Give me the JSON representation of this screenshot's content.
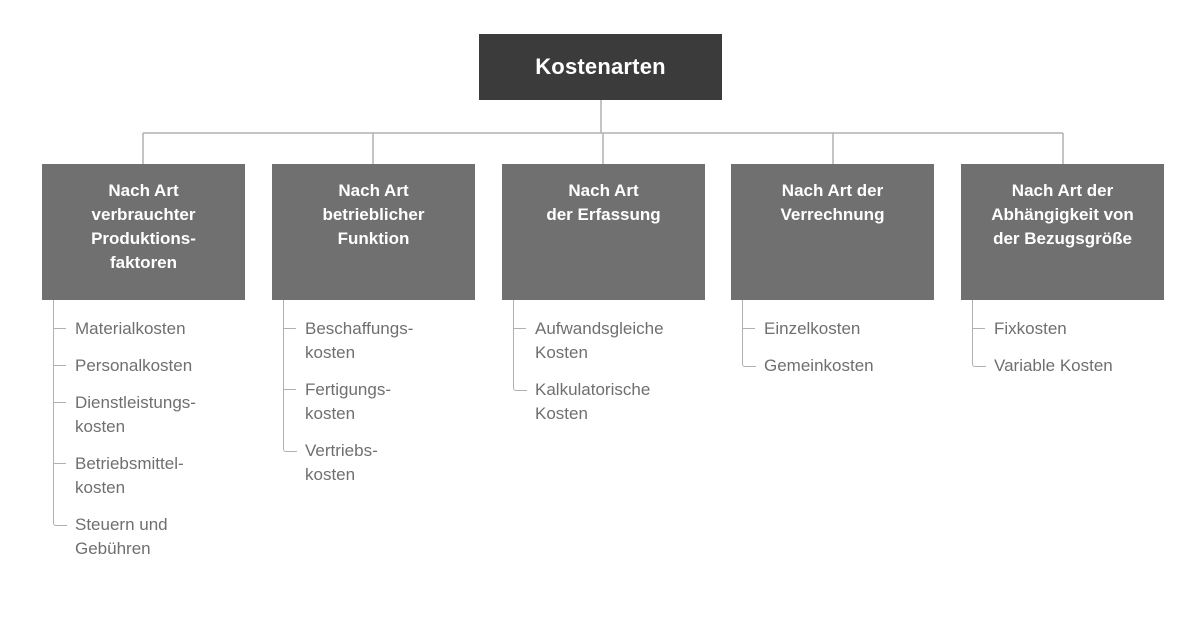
{
  "diagram": {
    "root": {
      "label": "Kostenarten"
    },
    "branches": [
      {
        "title": "Nach Art\nverbrauchter\nProduktions-\nfaktoren",
        "items": [
          "Materialkosten",
          "Personalkosten",
          "Dienstleistungs-\nkosten",
          "Betriebsmittel-\nkosten",
          "Steuern und\nGebühren"
        ]
      },
      {
        "title": "Nach Art\nbetrieblicher\nFunktion",
        "items": [
          "Beschaffungs-\nkosten",
          "Fertigungs-\nkosten",
          "Vertriebs-\nkosten"
        ]
      },
      {
        "title": "Nach Art\nder Erfassung",
        "items": [
          "Aufwandsgleiche\nKosten",
          "Kalkulatorische\nKosten"
        ]
      },
      {
        "title": "Nach Art der\nVerrechnung",
        "items": [
          "Einzelkosten",
          "Gemeinkosten"
        ]
      },
      {
        "title": "Nach Art der\nAbhängigkeit von\nder Bezugsgröße",
        "items": [
          "Fixkosten",
          "Variable Kosten"
        ]
      }
    ],
    "colors": {
      "root_bg": "#3b3b3b",
      "branch_bg": "#707070",
      "box_text": "#ffffff",
      "item_text": "#6f6f6f",
      "connector": "#b0b0b0"
    }
  }
}
